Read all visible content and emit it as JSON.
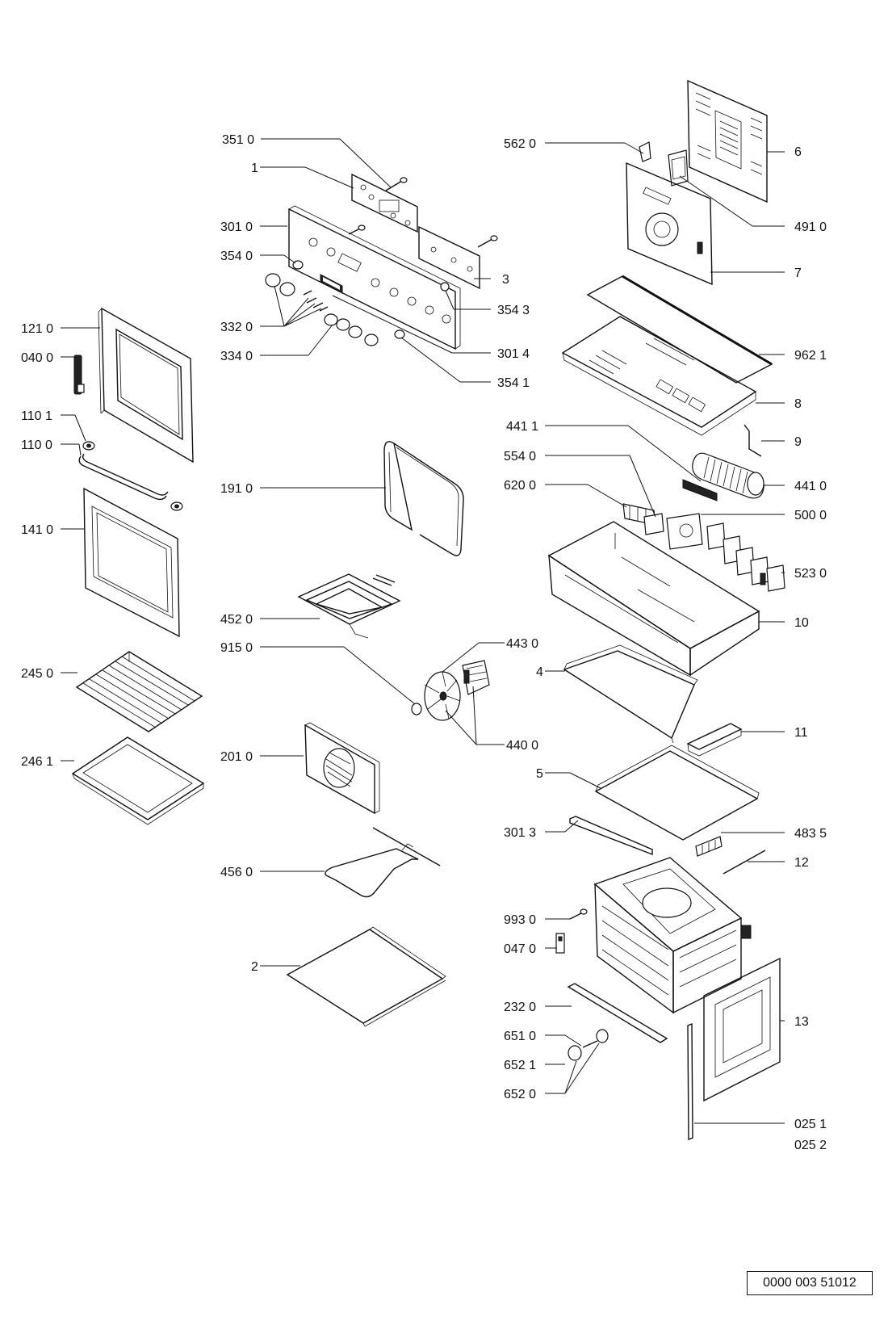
{
  "diagram": {
    "document_number": "0000 003 51012",
    "labels": {
      "l3510": "351 0",
      "l1": "1",
      "l3010": "301 0",
      "l3540": "354 0",
      "l3543": "354 3",
      "l3": "3",
      "l3320": "332 0",
      "l3340": "334 0",
      "l3014": "301 4",
      "l3541": "354 1",
      "l1210": "121 0",
      "l0400": "040 0",
      "l1101": "110 1",
      "l1100": "110 0",
      "l1410": "141 0",
      "l1910": "191 0",
      "l4520": "452 0",
      "l9150": "915 0",
      "l4430": "443 0",
      "l4400": "440 0",
      "l2450": "245 0",
      "l2461": "246 1",
      "l2010": "201 0",
      "l4560": "456 0",
      "l2": "2",
      "l5620": "562 0",
      "l6": "6",
      "l4910": "491 0",
      "l7": "7",
      "l9621": "962 1",
      "l8": "8",
      "l9": "9",
      "l4411": "441 1",
      "l5540": "554 0",
      "l6200": "620 0",
      "l4410": "441 0",
      "l5000": "500 0",
      "l5230": "523 0",
      "l10": "10",
      "l4": "4",
      "l11": "11",
      "l5": "5",
      "l3013": "301 3",
      "l4835": "483 5",
      "l12": "12",
      "l9930": "993 0",
      "l0470": "047 0",
      "l2320": "232 0",
      "l6510": "651 0",
      "l6521": "652 1",
      "l6520": "652 0",
      "l13": "13",
      "l0251": "025 1",
      "l0252": "025 2"
    }
  }
}
